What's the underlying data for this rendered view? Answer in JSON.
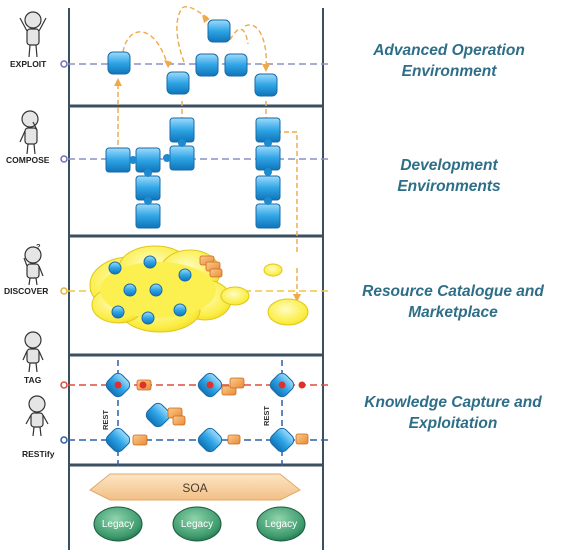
{
  "layers": [
    {
      "actor": "EXPLOIT",
      "title_line1": "Advanced Operation",
      "title_line2": "Environment"
    },
    {
      "actor": "COMPOSE",
      "title_line1": "Development",
      "title_line2": "Environments"
    },
    {
      "actor": "DISCOVER",
      "title_line1": "Resource Catalogue and",
      "title_line2": "Marketplace"
    },
    {
      "actor": "TAG",
      "title_line1": "Knowledge Capture and",
      "title_line2": "Exploitation"
    }
  ],
  "restify_actor": "RESTify",
  "question_mark": "?",
  "rest_labels": [
    "REST",
    "REST"
  ],
  "soa_label": "SOA",
  "legacy_nodes": [
    "Legacy",
    "Legacy",
    "Legacy"
  ],
  "colors": {
    "frame": "#3a4f5f",
    "title": "#2e6e87",
    "component": "#2fa5e6",
    "cloud": "#fcf050",
    "arrow": "#f0a948",
    "tag_line": "#e04a3c",
    "rest_line": "#2e5ea8",
    "legacy": "#3d9a6c"
  }
}
